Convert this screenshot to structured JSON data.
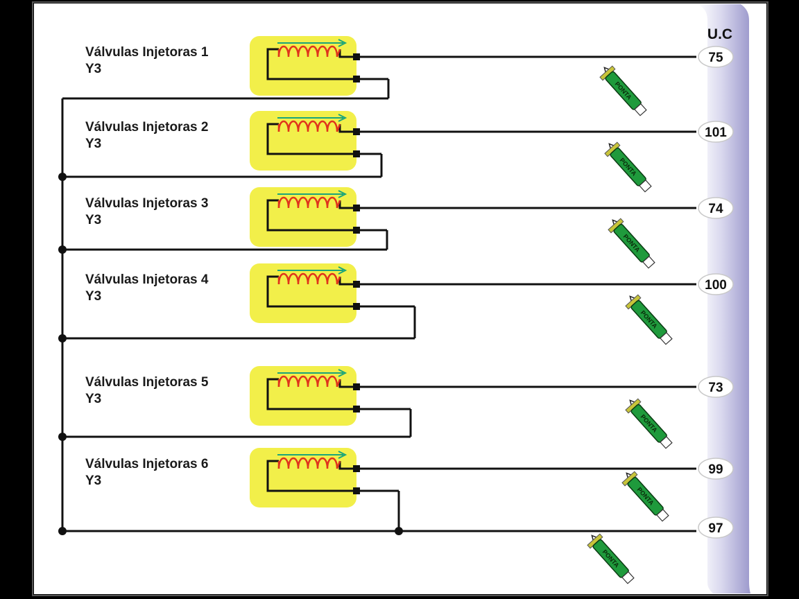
{
  "unit": {
    "label": "U.C",
    "color": "#b2b0d8"
  },
  "colors": {
    "wire": "#111111",
    "injector_body": "#f2ef4a",
    "coil": "#e0341c",
    "flow_arrow": "#1aa57a",
    "probe_body": "#1f9a3c",
    "probe_clamp": "#c8c43a"
  },
  "probe_text": "PONTA",
  "injectors": [
    {
      "label": "Válvulas Injetoras 1",
      "code": "Y3",
      "pin": "75"
    },
    {
      "label": "Válvulas Injetoras 2",
      "code": "Y3",
      "pin": "101"
    },
    {
      "label": "Válvulas Injetoras 3",
      "code": "Y3",
      "pin": "74"
    },
    {
      "label": "Válvulas Injetoras 4",
      "code": "Y3",
      "pin": "100"
    },
    {
      "label": "Válvulas Injetoras 5",
      "code": "Y3",
      "pin": "73"
    },
    {
      "label": "Válvulas Injetoras 6",
      "code": "Y3",
      "pin": "99"
    }
  ],
  "common_pin": "97"
}
